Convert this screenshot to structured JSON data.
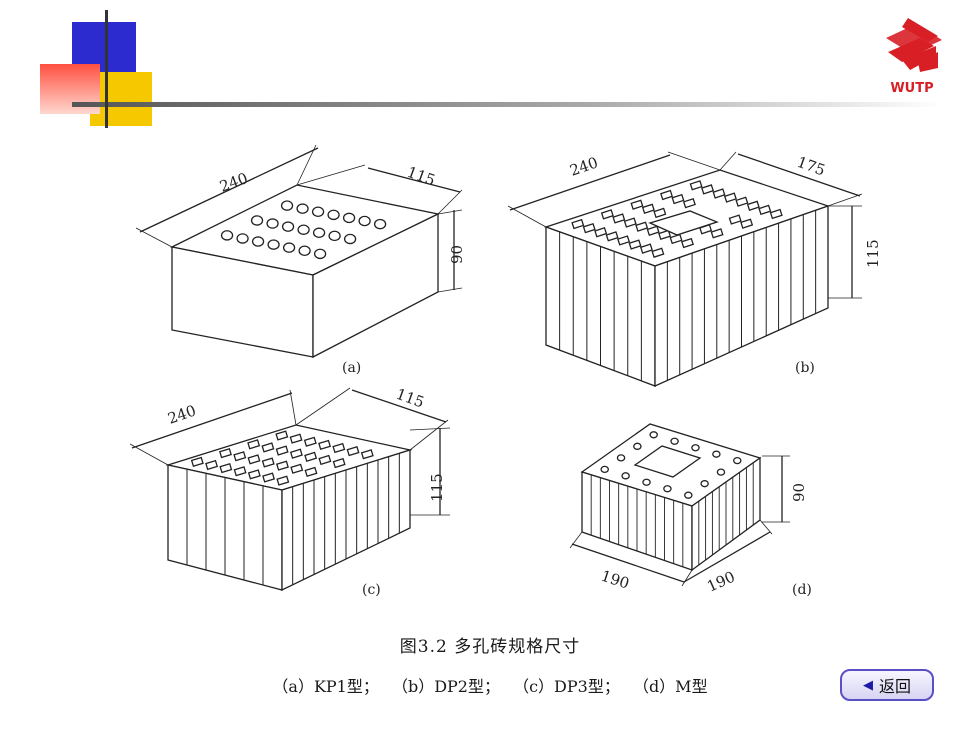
{
  "logo": {
    "text": "WUTP",
    "color": "#d81f26"
  },
  "figure": {
    "panels": [
      {
        "id": "a",
        "label": "(a)",
        "dims": {
          "length": "240",
          "width": "115",
          "height": "90"
        }
      },
      {
        "id": "b",
        "label": "(b)",
        "dims": {
          "length": "240",
          "width": "175",
          "height": "115"
        }
      },
      {
        "id": "c",
        "label": "(c)",
        "dims": {
          "length": "240",
          "width": "115",
          "height": "115"
        }
      },
      {
        "id": "d",
        "label": "(d)",
        "dims": {
          "length": "190",
          "width": "190",
          "height": "90"
        }
      }
    ]
  },
  "caption": {
    "title": "图3.2 多孔砖规格尺寸",
    "items": [
      "（a）KP1型；",
      "（b）DP2型；",
      "（c）DP3型；",
      "（d）M型"
    ]
  },
  "nav": {
    "back_label": "返回",
    "back_icon": "left-triangle-icon"
  },
  "colors": {
    "accent_blue": "#2b2bd0",
    "accent_yellow": "#f5c800",
    "accent_red": "#ff4a3d",
    "logo_red": "#d81f26"
  }
}
